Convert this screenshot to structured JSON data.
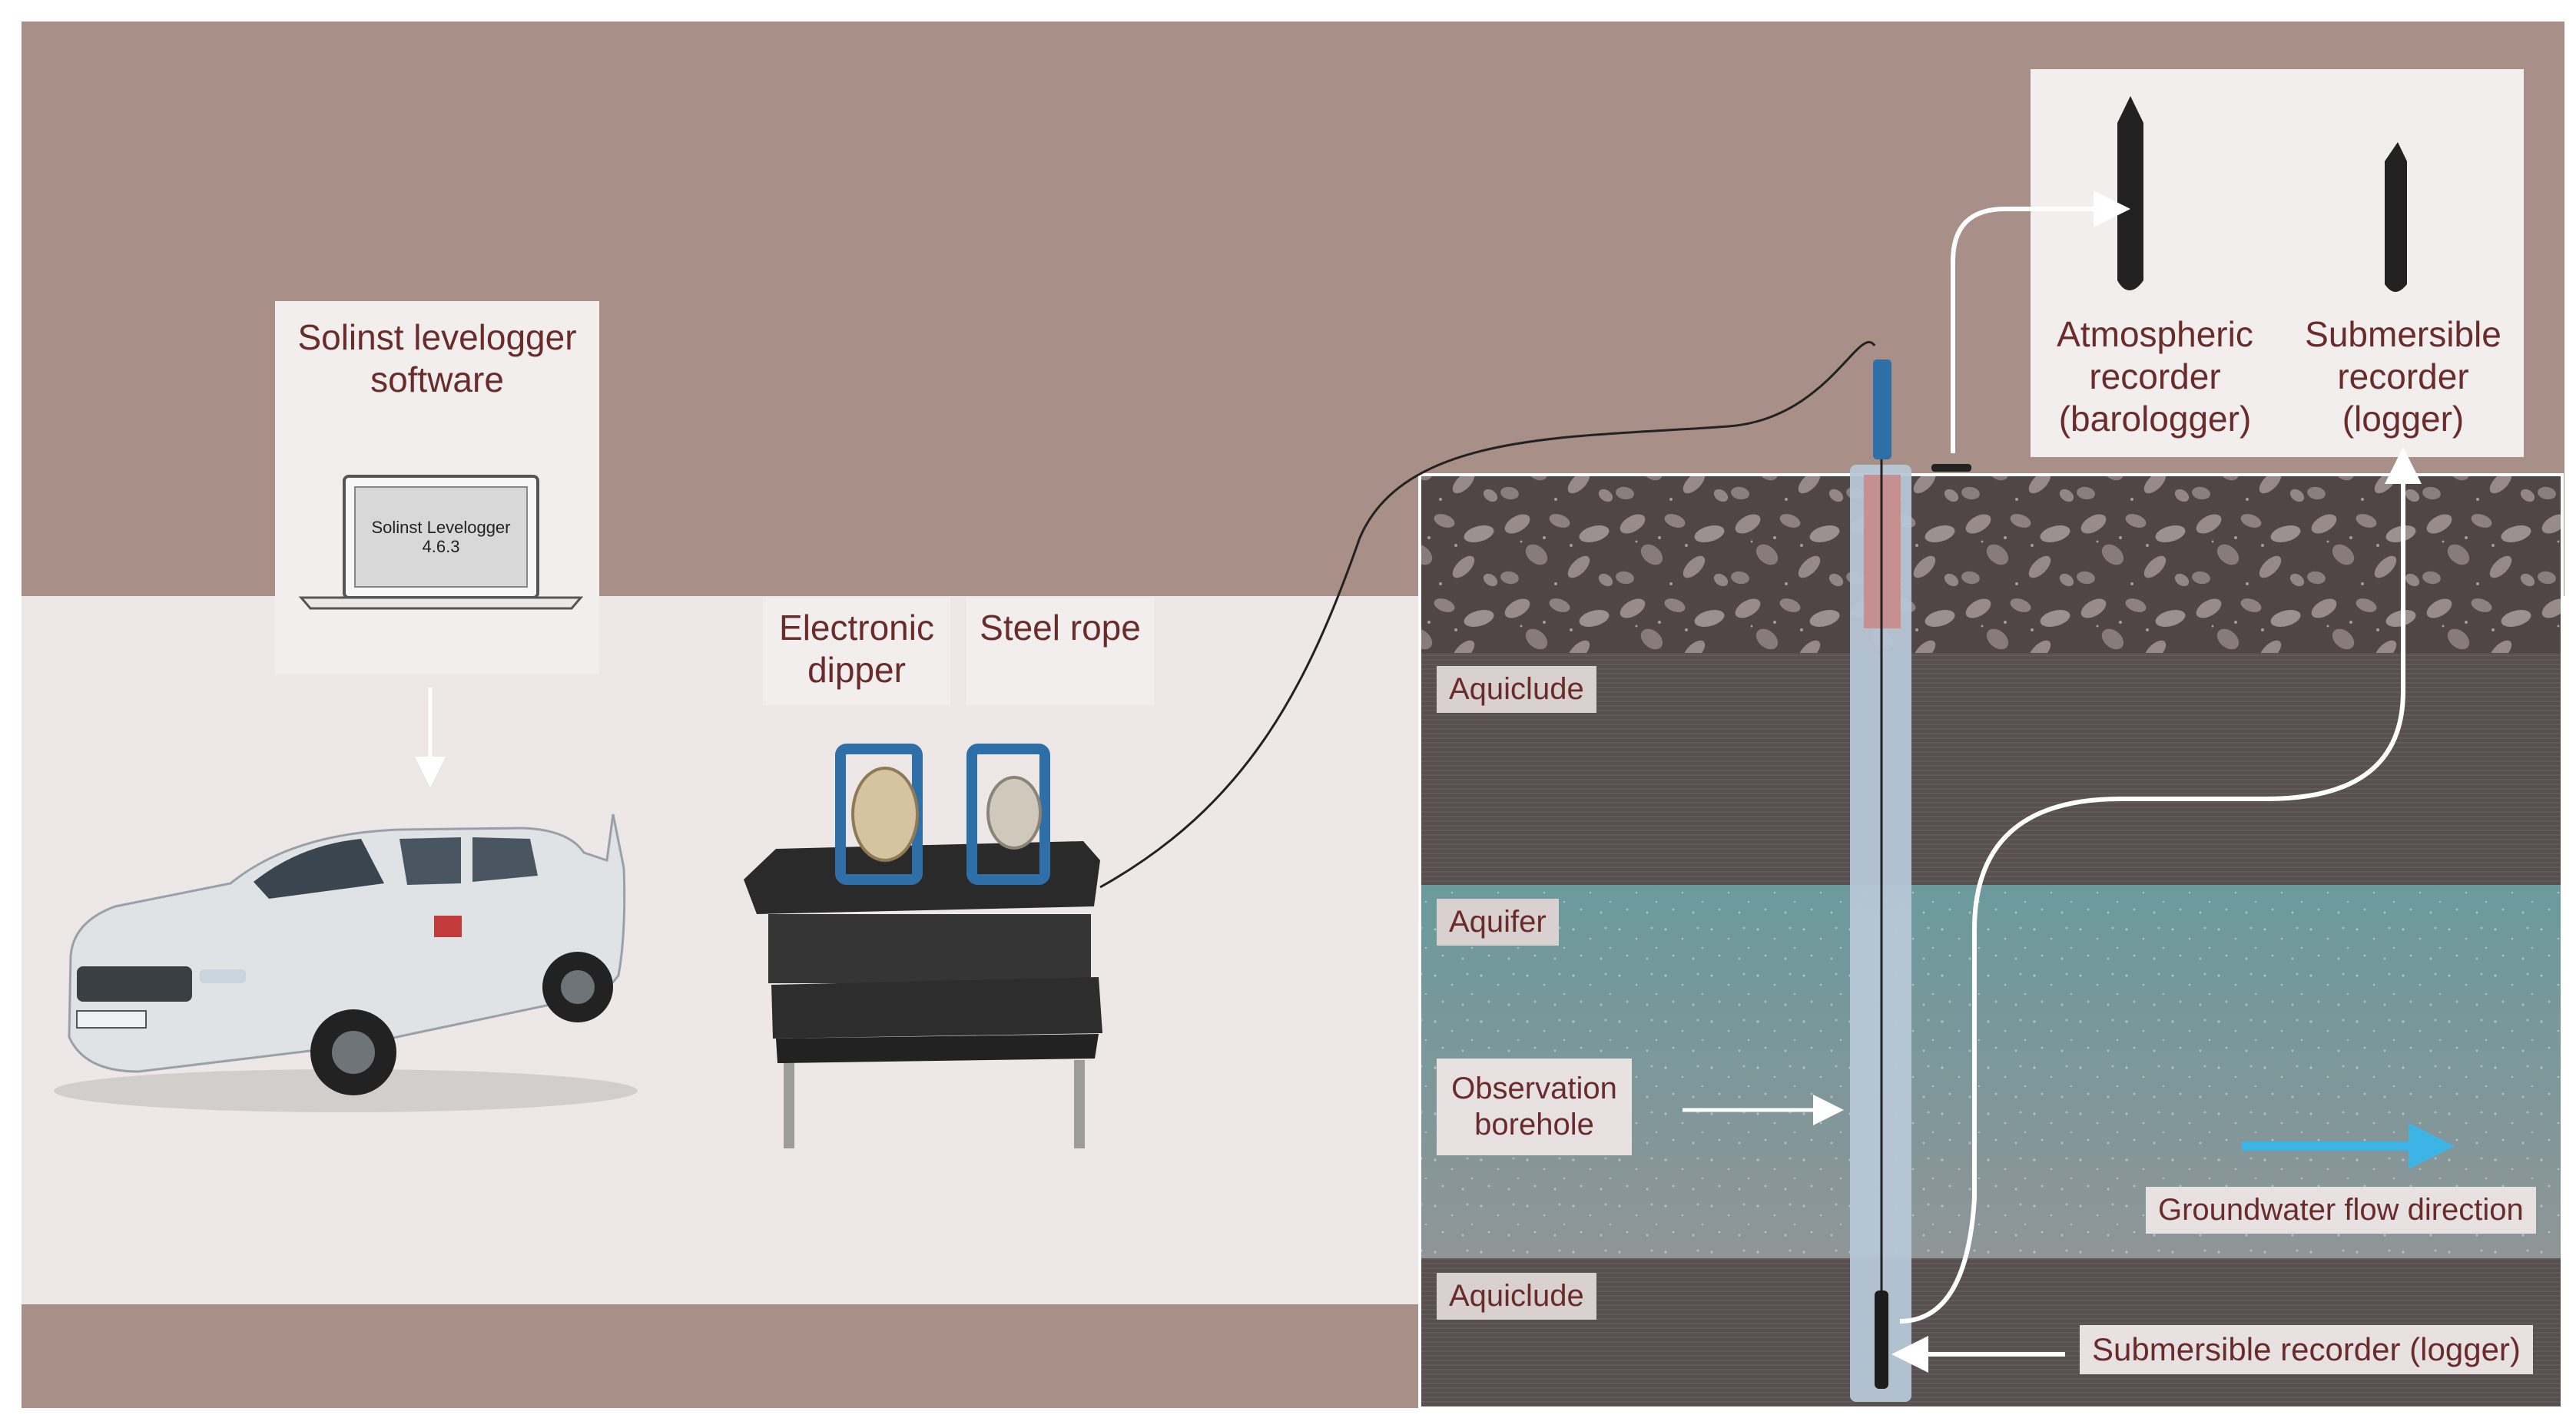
{
  "software": {
    "title": "Solinst levelogger software",
    "screen_text": "Solinst Levelogger 4.6.3"
  },
  "equipment": {
    "dipper_label": "Electronic dipper",
    "rope_label": "Steel rope"
  },
  "recorders": {
    "atmospheric_label": "Atmospheric recorder (barologger)",
    "submersible_label": "Submersible recorder (logger)"
  },
  "layers": {
    "aquiclude_upper": "Aquiclude",
    "aquifer": "Aquifer",
    "aquiclude_lower": "Aquiclude"
  },
  "borehole": {
    "label": "Observation borehole"
  },
  "flow": {
    "label": "Groundwater flow direction",
    "arrow_color": "#3cb4e6"
  },
  "logger": {
    "label": "Submersible recorder (logger)"
  },
  "colors": {
    "sky": "#a89088",
    "ground_light": "#ede8e7",
    "text": "#6a2b2b"
  }
}
